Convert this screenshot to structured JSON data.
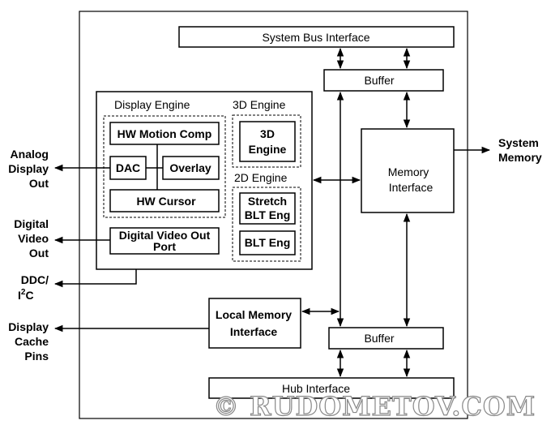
{
  "diagram": {
    "system_bus_interface": "System Bus Interface",
    "buffer_top": "Buffer",
    "buffer_bottom": "Buffer",
    "display_engine": "Display Engine",
    "engine_3d_title": "3D Engine",
    "engine_3d_inner": [
      "3D",
      "Engine"
    ],
    "engine_2d_title": "2D Engine",
    "stretch_blt": [
      "Stretch",
      "BLT Eng"
    ],
    "blt_eng": "BLT Eng",
    "hw_motion_comp": "HW Motion Comp",
    "dac": "DAC",
    "overlay": "Overlay",
    "hw_cursor": "HW Cursor",
    "digital_video_out_port": [
      "Digital Video Out",
      "Port"
    ],
    "memory_interface": [
      "Memory",
      "Interface"
    ],
    "local_memory_interface": [
      "Local Memory",
      "Interface"
    ],
    "hub_interface": "Hub Interface",
    "system_memory": [
      "System",
      "Memory"
    ],
    "analog_display_out": [
      "Analog",
      "Display",
      "Out"
    ],
    "digital_video_out": [
      "Digital",
      "Video",
      "Out"
    ],
    "ddc_i2c": [
      "DDC/",
      "I",
      "2",
      "C"
    ],
    "display_cache_pins": [
      "Display",
      "Cache",
      "Pins"
    ]
  },
  "watermark": "© RUDOMETOV.COM"
}
